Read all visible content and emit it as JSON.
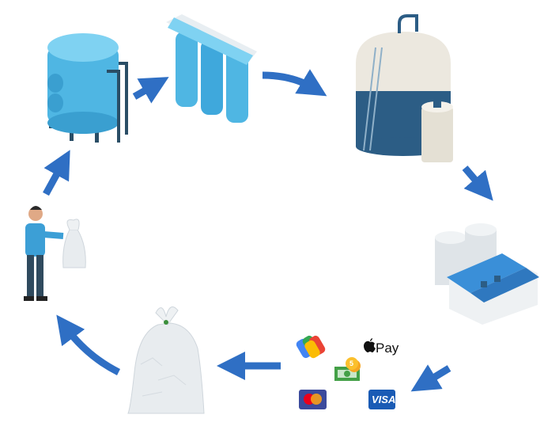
{
  "colors": {
    "arrow": "#2f6fc4",
    "water_blue": "#52bfe8",
    "tank_navy": "#2c5d85",
    "tank_cream": "#ece8df",
    "factory_roof": "#3a8fd8"
  },
  "payment_methods": {
    "google_pay_icon": "google-pay-icon",
    "apple_pay": {
      "icon": "apple-icon",
      "label": "Pay"
    },
    "cash": {
      "icon": "cash-coins-icon",
      "coin_label": "5"
    },
    "mastercard_icon": "mastercard-icon",
    "visa": {
      "label": "VISA"
    }
  },
  "stages": [
    "water-tank",
    "water-filters",
    "storage-tank",
    "ice-factory",
    "payment",
    "ice-bag",
    "customer"
  ]
}
